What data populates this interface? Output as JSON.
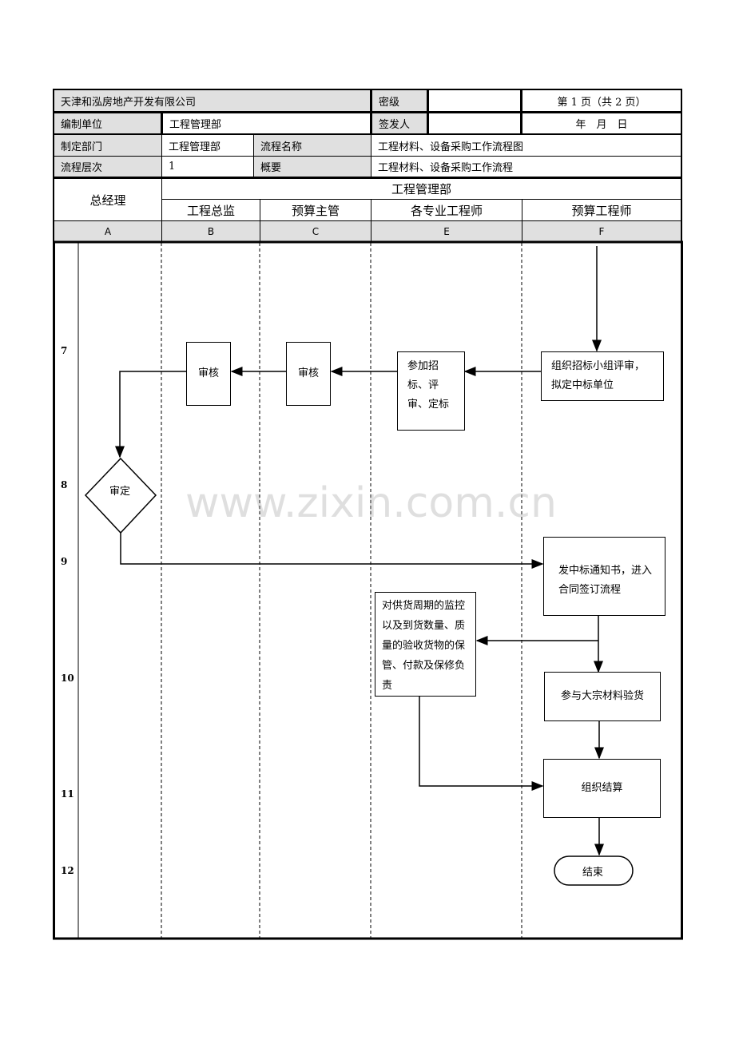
{
  "header": {
    "company": "天津和泓房地产开发有限公司",
    "secret_label": "密级",
    "secret_value": "",
    "page": "第 1 页（共 2 页）",
    "compiler_label": "编制单位",
    "compiler_value": "工程管理部",
    "issuer_label": "签发人",
    "issuer_value": "",
    "date": "年　月　日",
    "dept_label": "制定部门",
    "dept_value": "工程管理部",
    "flow_name_label": "流程名称",
    "flow_name_value": "工程材料、设备采购工作流程图",
    "level_label": "流程层次",
    "level_value": "1",
    "summary_label": "概要",
    "summary_value": "工程材料、设备采购工作流程"
  },
  "lanes": {
    "gm": "总经理",
    "dept": "工程管理部",
    "b": "工程总监",
    "c": "预算主管",
    "e": "各专业工程师",
    "f": "预算工程师",
    "codes": [
      "A",
      "B",
      "C",
      "E",
      "F"
    ]
  },
  "rows": [
    "7",
    "8",
    "9",
    "10",
    "11",
    "12"
  ],
  "nodes": {
    "f_review": "组织招标小组评审，拟定中标单位",
    "e_bid": "参加招标、评审、定标",
    "c_audit": "审核",
    "b_audit": "审核",
    "a_decide": "审定",
    "f_notice": "发中标通知书，进入合同签订流程",
    "e_monitor": "对供货周期的监控以及到货数量、质量的验收货物的保管、付款及保修负责",
    "f_inspect": "参与大宗材料验货",
    "f_settle": "组织结算",
    "end": "结束"
  },
  "watermark": "www.zixin.com.cn"
}
